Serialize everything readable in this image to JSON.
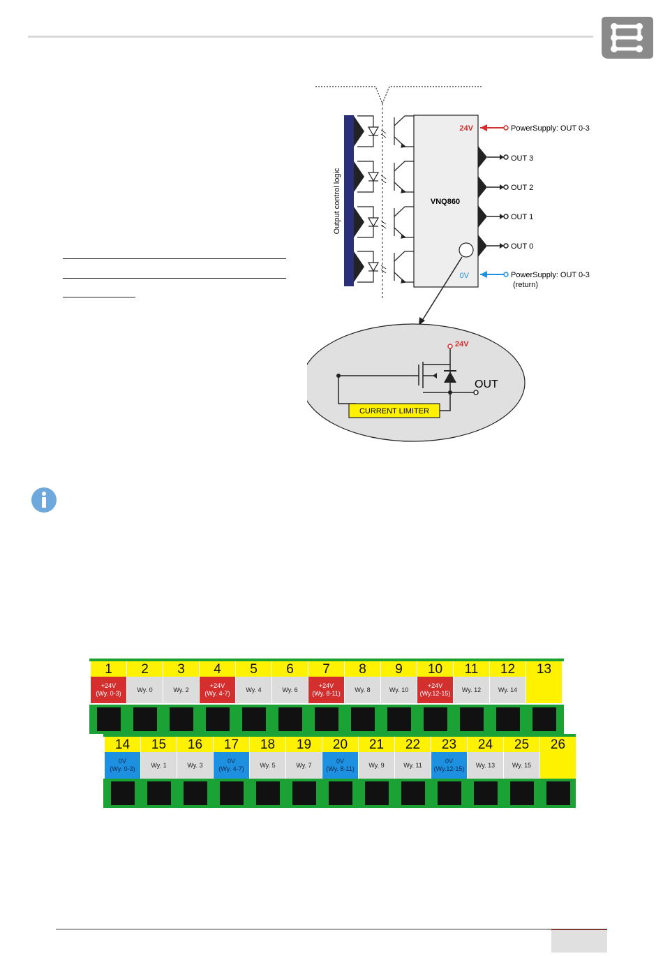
{
  "diagram": {
    "ic_label": "VNQ860",
    "logic_label": "Output control logic",
    "supply_24v": "24V",
    "supply_0v": "0V",
    "pins": [
      {
        "label": "PowerSupply: OUT 0-3",
        "color": "#d32f2f"
      },
      {
        "label": "OUT 3"
      },
      {
        "label": "OUT 2"
      },
      {
        "label": "OUT 1"
      },
      {
        "label": "OUT 0"
      },
      {
        "label": "PowerSupply: OUT 0-3",
        "sub": "(return)",
        "color": "#1e90e0"
      }
    ],
    "detail": {
      "supply": "24V",
      "out": "OUT",
      "limiter": "CURRENT LIMITER"
    }
  },
  "terminals": {
    "top": [
      {
        "num": "1",
        "l1": "+24V",
        "l2": "(Wy. 0-3)",
        "kind": "red"
      },
      {
        "num": "2",
        "l1": "Wy. 0",
        "l2": "",
        "kind": "gray"
      },
      {
        "num": "3",
        "l1": "Wy. 2",
        "l2": "",
        "kind": "gray"
      },
      {
        "num": "4",
        "l1": "+24V",
        "l2": "(Wy. 4-7)",
        "kind": "red"
      },
      {
        "num": "5",
        "l1": "Wy. 4",
        "l2": "",
        "kind": "gray"
      },
      {
        "num": "6",
        "l1": "Wy. 6",
        "l2": "",
        "kind": "gray"
      },
      {
        "num": "7",
        "l1": "+24V",
        "l2": "(Wy. 8-11)",
        "kind": "red"
      },
      {
        "num": "8",
        "l1": "Wy. 8",
        "l2": "",
        "kind": "gray"
      },
      {
        "num": "9",
        "l1": "Wy. 10",
        "l2": "",
        "kind": "gray"
      },
      {
        "num": "10",
        "l1": "+24V",
        "l2": "(Wy.12-15)",
        "kind": "red"
      },
      {
        "num": "11",
        "l1": "Wy. 12",
        "l2": "",
        "kind": "gray"
      },
      {
        "num": "12",
        "l1": "Wy. 14",
        "l2": "",
        "kind": "gray"
      },
      {
        "num": "13",
        "l1": "",
        "l2": "",
        "kind": "yellow"
      }
    ],
    "bottom": [
      {
        "num": "14",
        "l1": "0V",
        "l2": "(Wy. 0-3)",
        "kind": "blue"
      },
      {
        "num": "15",
        "l1": "Wy. 1",
        "l2": "",
        "kind": "gray"
      },
      {
        "num": "16",
        "l1": "Wy. 3",
        "l2": "",
        "kind": "gray"
      },
      {
        "num": "17",
        "l1": "0V",
        "l2": "(Wy. 4-7)",
        "kind": "blue"
      },
      {
        "num": "18",
        "l1": "Wy. 5",
        "l2": "",
        "kind": "gray"
      },
      {
        "num": "19",
        "l1": "Wy. 7",
        "l2": "",
        "kind": "gray"
      },
      {
        "num": "20",
        "l1": "0V",
        "l2": "(Wy. 8-11)",
        "kind": "blue"
      },
      {
        "num": "21",
        "l1": "Wy. 9",
        "l2": "",
        "kind": "gray"
      },
      {
        "num": "22",
        "l1": "Wy. 11",
        "l2": "",
        "kind": "gray"
      },
      {
        "num": "23",
        "l1": "0V",
        "l2": "(Wy.12-15)",
        "kind": "blue"
      },
      {
        "num": "24",
        "l1": "Wy. 13",
        "l2": "",
        "kind": "gray"
      },
      {
        "num": "25",
        "l1": "Wy. 15",
        "l2": "",
        "kind": "gray"
      },
      {
        "num": "26",
        "l1": "",
        "l2": "",
        "kind": "yellow"
      }
    ]
  },
  "colors": {
    "red": "#d32f2f",
    "blue": "#1e90e0",
    "yellow": "#fff200",
    "green": "#1aa334",
    "navy": "#2b2f7a"
  },
  "icons": [
    "logo-icon",
    "info-icon"
  ]
}
